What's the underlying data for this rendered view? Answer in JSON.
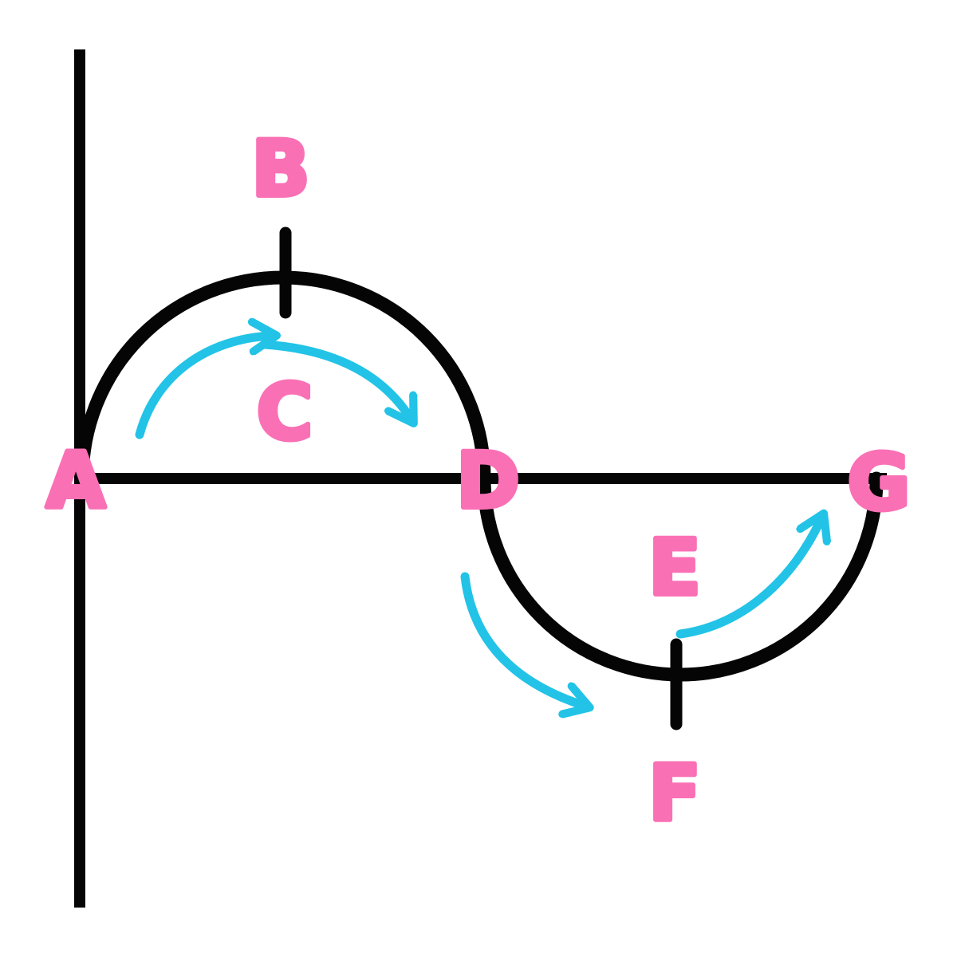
{
  "figure": {
    "description": "Sine wave cycle diagram with labeled points and direction arrows",
    "labels": [
      {
        "id": "A",
        "text": "A"
      },
      {
        "id": "B",
        "text": "B"
      },
      {
        "id": "C",
        "text": "C"
      },
      {
        "id": "D",
        "text": "D"
      },
      {
        "id": "E",
        "text": "E"
      },
      {
        "id": "F",
        "text": "F"
      },
      {
        "id": "G",
        "text": "G"
      }
    ],
    "colors": {
      "curve": "#050505",
      "labels": "#fa70b5",
      "arrows": "#22c3e6",
      "background": "#ffffff"
    }
  }
}
